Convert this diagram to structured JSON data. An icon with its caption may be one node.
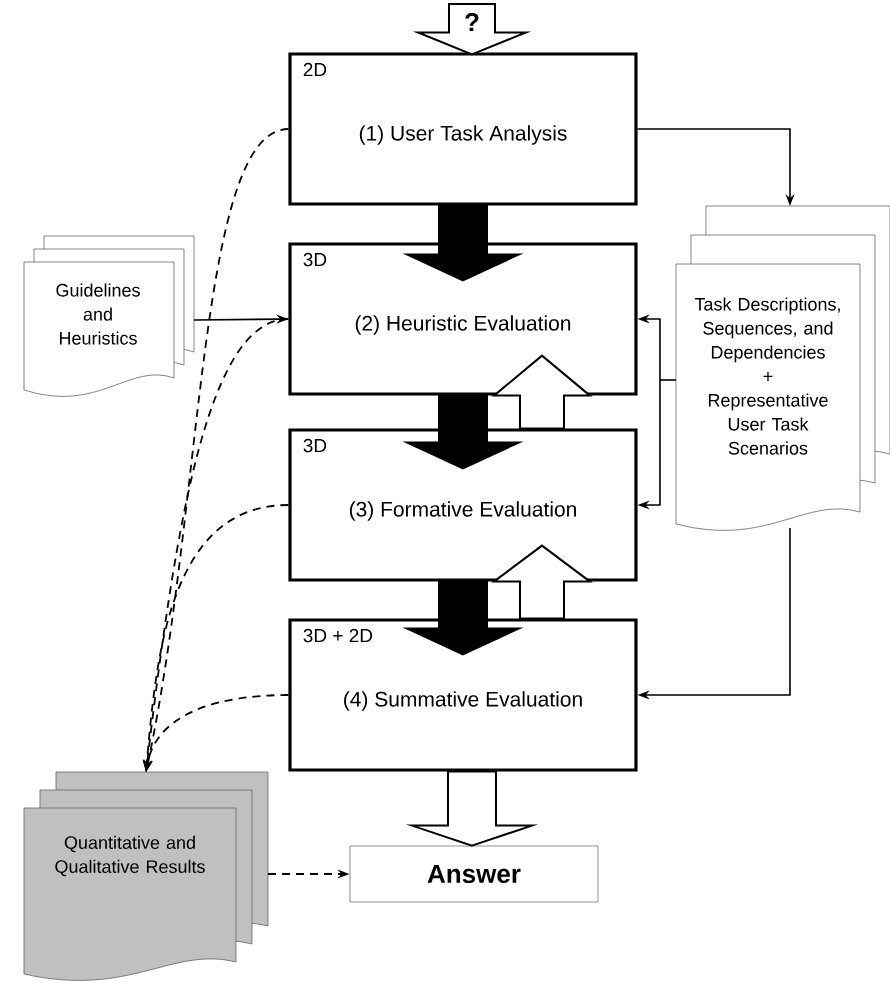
{
  "diagram": {
    "nodes": [
      {
        "text": [
          "2D",
          "(1) User Task Analysis"
        ]
      },
      {
        "text": [
          "3D",
          "(2) Heuristic Evaluation"
        ]
      },
      {
        "text": [
          "3D",
          "(3) Formative Evaluation"
        ]
      },
      {
        "text": [
          "3D + 2D",
          "(4) Summative Evaluation"
        ]
      },
      {
        "text": [
          "Guidelines and Heuristics"
        ]
      },
      {
        "text": [
          "Task Descriptions, Sequences, and Dependencies",
          "+",
          "Representative User Task Scenarios"
        ]
      },
      {
        "text": [
          "Quantitative and Qualitative Results"
        ]
      },
      {
        "text": [
          "Answer"
        ]
      }
    ],
    "edges": [
      {
        "from": null,
        "to": 0,
        "arrow": "to",
        "label": "?",
        "style": "thick",
        "color": "#ffffff"
      },
      {
        "from": 0,
        "to": 1,
        "arrow": "to",
        "style": "thick",
        "color": "#000000"
      },
      {
        "from": 1,
        "to": 2,
        "arrow": "to",
        "style": "thick",
        "color": "#000000"
      },
      {
        "from": 2,
        "to": 3,
        "arrow": "to",
        "style": "thick",
        "color": "#000000"
      },
      {
        "from": 2,
        "to": 1,
        "arrow": "to",
        "style": "thick",
        "color": "#ffffff"
      },
      {
        "from": 3,
        "to": 2,
        "arrow": "to",
        "style": "thick",
        "color": "#ffffff"
      },
      {
        "from": 3,
        "to": 7,
        "arrow": "to",
        "style": "thick",
        "color": "#ffffff"
      },
      {
        "from": 0,
        "to": 5,
        "arrow": "to"
      },
      {
        "from": 4,
        "to": 1,
        "arrow": "to"
      },
      {
        "from": 5,
        "to": 1,
        "arrow": "to"
      },
      {
        "from": 5,
        "to": 2,
        "arrow": "to"
      },
      {
        "from": 5,
        "to": 3,
        "arrow": "to"
      },
      {
        "from": 0,
        "to": 6,
        "arrow": "to",
        "style": "dashed"
      },
      {
        "from": 1,
        "to": 6,
        "arrow": "to",
        "style": "dashed"
      },
      {
        "from": 2,
        "to": 6,
        "arrow": "to",
        "style": "dashed"
      },
      {
        "from": 3,
        "to": 6,
        "arrow": "to",
        "style": "dashed"
      },
      {
        "from": 6,
        "to": 7,
        "arrow": "to",
        "style": "dashed"
      }
    ]
  }
}
